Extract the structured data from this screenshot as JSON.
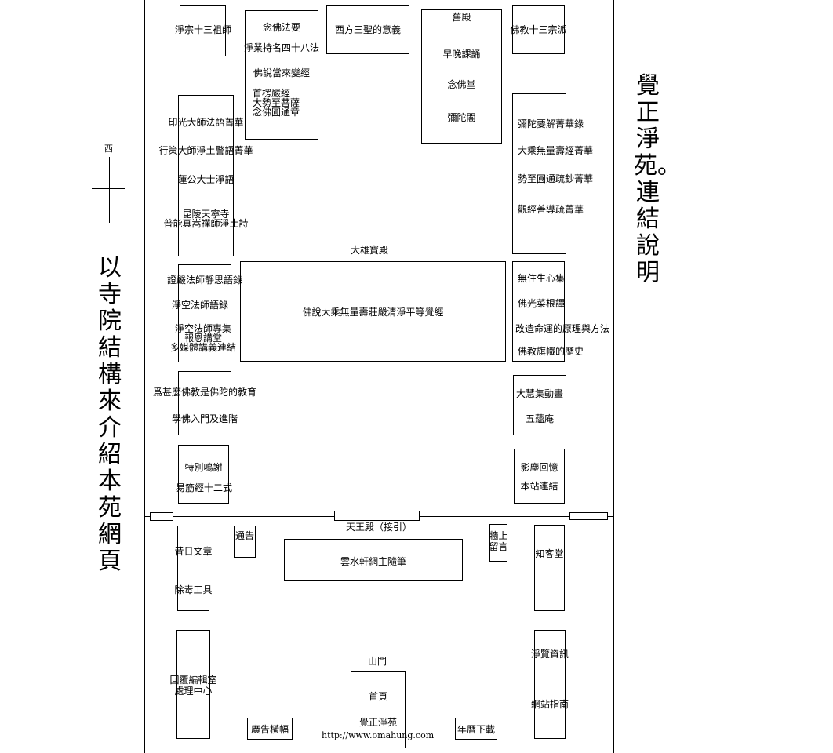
{
  "right_title": "覺正淨苑。連結說明",
  "left_title": "以寺院結構來介紹本苑網頁",
  "compass": {
    "west": "西"
  },
  "areas": {
    "daxiong": "大雄寶殿",
    "tianwang": "天王殿（接引）",
    "shanmen": "山門"
  },
  "boxes": {
    "jingzong": [
      "淨宗十三祖師"
    ],
    "nianfo": [
      "念佛法要",
      "淨業持名四十八法",
      "佛說當來變經",
      "首楞嚴經",
      "大勢至菩薩",
      "念佛圓通章"
    ],
    "xifang": [
      "西方三聖的意義"
    ],
    "jiudian": [
      "舊殿",
      "早晚課誦",
      "念佛堂",
      "彌陀閣"
    ],
    "fojiao13": [
      "佛教十三宗派"
    ],
    "left_col1": [
      "印光大師法語菁華",
      "行策大師淨土警語菁華",
      "蓮公大士淨語",
      "毘陵天寧寺",
      "普能真嵩禪師淨土詩"
    ],
    "right_col1": [
      "彌陀要解菁華錄",
      "大乘無量壽經菁華",
      "勢至圓通疏鈔菁華",
      "觀經善導疏菁華"
    ],
    "main_hall": [
      "佛說大乘無量壽莊嚴清淨平等覺經"
    ],
    "left_col2": [
      "證嚴法師靜思語錄",
      "淨空法師語錄",
      "淨空法師專集",
      "報恩講堂",
      "多媒體講義連結"
    ],
    "right_col2": [
      "無住生心集",
      "佛光菜根譚",
      "改造命運的原理與方法",
      "佛教旗幟的歷史"
    ],
    "left_col3": [
      "爲甚麼佛教是佛陀的教育",
      "學佛入門及進階"
    ],
    "right_col3": [
      "大慧集動畫",
      "五蘊庵"
    ],
    "left_col4": [
      "特別鳴謝",
      "易筋經十二式"
    ],
    "right_col4": [
      "影塵回憶",
      "本站連結"
    ],
    "xiri": [
      "昔日文章",
      "除毒工具"
    ],
    "tonggao": [
      "通告"
    ],
    "xueshui": [
      "雲水軒網主隨筆"
    ],
    "qiangshang": [
      "牆上",
      "留言"
    ],
    "zhike": [
      "知客堂"
    ],
    "huifu": [
      "回覆編輯室",
      "處理中心"
    ],
    "guanggao": [
      "廣告橫幅"
    ],
    "home": [
      "首頁",
      "覺正淨苑"
    ],
    "url": "http://www.omahung.com",
    "nianli": [
      "年曆下載"
    ],
    "jinglan": [
      "淨覽資訊",
      "網站指南"
    ]
  }
}
